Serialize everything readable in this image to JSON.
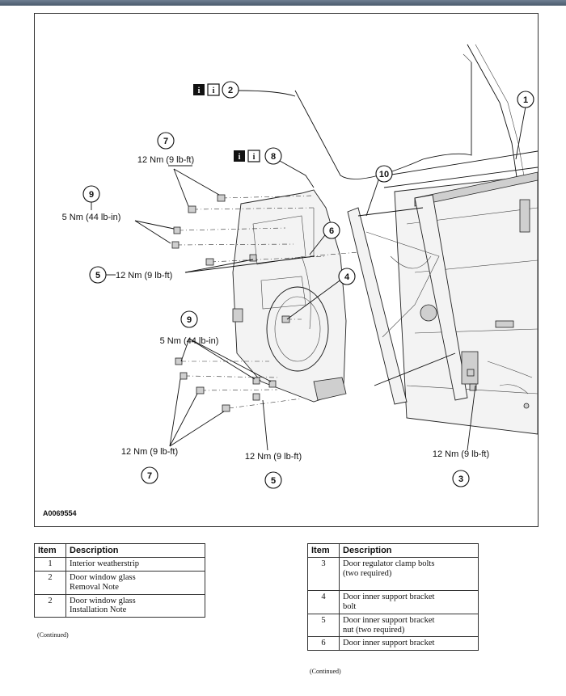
{
  "figure": {
    "id": "A0069554",
    "icons": [
      "info-icon",
      "note-icon"
    ],
    "callouts": {
      "c1": {
        "number": "1"
      },
      "c2": {
        "number": "2"
      },
      "c3": {
        "number": "3",
        "torque": "12 Nm (9 lb-ft)"
      },
      "c4": {
        "number": "4"
      },
      "c5a": {
        "number": "5",
        "torque": "12 Nm (9 lb-ft)"
      },
      "c5b": {
        "number": "5",
        "torque": "12 Nm (9 lb-ft)"
      },
      "c6": {
        "number": "6"
      },
      "c7a": {
        "number": "7",
        "torque": "12 Nm (9 lb-ft)"
      },
      "c7b": {
        "number": "7",
        "torque": "12 Nm (9 lb-ft)"
      },
      "c8": {
        "number": "8"
      },
      "c9a": {
        "number": "9",
        "torque": "5 Nm (44 lb-in)"
      },
      "c9b": {
        "number": "9",
        "torque": "5 Nm (44 lb-in)"
      },
      "c10": {
        "number": "10"
      }
    }
  },
  "tables": {
    "header": {
      "item": "Item",
      "description": "Description"
    },
    "left": {
      "rows": [
        {
          "item": "1",
          "description": "Interior weatherstrip"
        },
        {
          "item": "2",
          "description": "Door window glass",
          "note": "Removal Note"
        },
        {
          "item": "2",
          "description": "Door window glass",
          "note": "Installation Note"
        }
      ],
      "continued": "(Continued)"
    },
    "right": {
      "rows": [
        {
          "item": "3",
          "description": "Door regulator clamp bolts",
          "note": "(two required)"
        },
        {
          "item": "4",
          "description": "Door inner support bracket",
          "note": "bolt"
        },
        {
          "item": "5",
          "description": "Door inner support bracket",
          "note": "nut (two required)"
        },
        {
          "item": "6",
          "description": "Door inner support bracket"
        }
      ],
      "continued": "(Continued)"
    }
  }
}
